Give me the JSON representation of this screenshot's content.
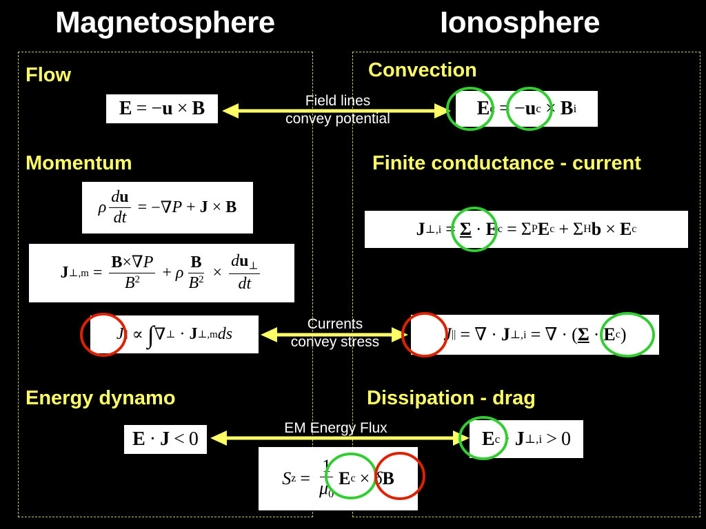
{
  "headings": {
    "left": "Magnetosphere",
    "right": "Ionosphere"
  },
  "colors": {
    "section": "#ffff66",
    "arrow": "#ffff66",
    "green_circle": "#33cc33",
    "red_circle": "#dd2200",
    "panel_border": "#c8c878"
  },
  "left": {
    "flow": "Flow",
    "momentum": "Momentum",
    "energy": "Energy dynamo"
  },
  "right": {
    "convection": "Convection",
    "finite": "Finite conductance - current",
    "dissipation": "Dissipation - drag"
  },
  "arrows": {
    "field_lines_1": "Field lines",
    "field_lines_2": "convey potential",
    "currents_1": "Currents",
    "currents_2": "convey stress",
    "em_flux": "EM Energy Flux"
  },
  "equations": {
    "flow": "E = −u × B",
    "convection": "Ec = −uc × Bi",
    "momentum": "ρ du/dt = −∇P + J × B",
    "j_perp_m": "J⊥,m = B×∇P/B² + ρ B/B² × du⊥/dt",
    "j_par_mag": "J|| ∝ ∫∇⊥ · J⊥,m ds",
    "j_perp_i": "J⊥,i = Σ · Ec = ΣP Ec + ΣH b × Ec",
    "j_par_ion": "J|| = ∇ · J⊥,i = ∇ · (Σ · Ec)",
    "energy": "E · J < 0",
    "dissipation": "Ec · J⊥,i > 0",
    "poynting": "Sz = 1/μ0 Ec × δB"
  }
}
